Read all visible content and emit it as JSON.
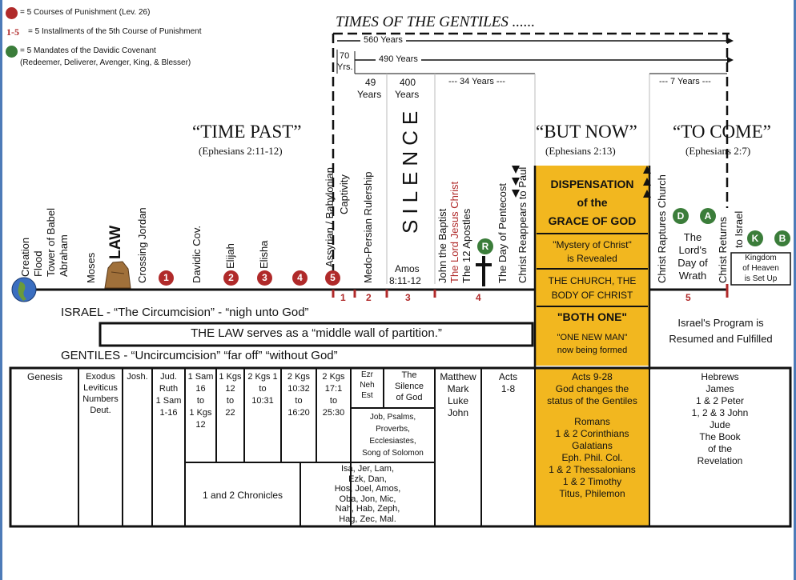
{
  "legend": {
    "courses": "= 5 Courses of Punishment (Lev. 26)",
    "installments_marker": "1-5",
    "installments": "= 5 Installments of the 5th Course of Punishment",
    "mandates": "= 5 Mandates of the Davidic Covenant",
    "mandates_sub": "(Redeemer, Deliverer, Avenger, King, & Blesser)"
  },
  "header": {
    "times_gentiles": "TIMES OF THE GENTILES ......",
    "y560": "560 Years",
    "y490": "490 Years",
    "y70": "70",
    "yrs": "Yrs.",
    "y49": "49",
    "y49u": "Years",
    "y400": "400",
    "y400u": "Years",
    "y34": "--- 34 Years ---",
    "y7": "--- 7 Years ---"
  },
  "eras": {
    "past": "“TIME PAST”",
    "past_ref": "(Ephesians 2:11-12)",
    "now": "“BUT NOW”",
    "now_ref": "(Ephesians 2:13)",
    "come": "“TO COME”",
    "come_ref": "(Ephesians 2:7)"
  },
  "timeline": {
    "creation": "Creation",
    "flood": "Flood",
    "babel": "Tower of Babel",
    "abraham": "Abraham",
    "moses": "Moses",
    "law": "LAW",
    "crossing": "Crossing Jordan",
    "davidic": "Davidic Cov.",
    "elijah": "Elijah",
    "elisha": "Elisha",
    "assyrian": "Assyrian / Babylonian",
    "captivity": "Captivity",
    "medo": "Medo-Persian Rulership",
    "silence": "SILENCE",
    "amos": "Amos",
    "amos_ref": "8:11-12",
    "john": "John the Baptist",
    "jesus": "The Lord Jesus Christ",
    "apostles": "The 12 Apostles",
    "pentecost": "The Day of Pentecost",
    "paul": "Christ Reappears to Paul",
    "raptures": "Christ Raptures Church",
    "returns": "Christ Returns",
    "to_israel": "to Israel",
    "lords_day": "The\nLord's\nDay of\nWrath",
    "kingdom": "Kingdom\nof Heaven\nis Set Up"
  },
  "markers": {
    "c1": "1",
    "c2": "2",
    "c3": "3",
    "c4": "4",
    "c5": "5",
    "r": "R",
    "d": "D",
    "a": "A",
    "k": "K",
    "b": "B",
    "i1": "1",
    "i2": "2",
    "i3": "3",
    "i4": "4",
    "i5": "5"
  },
  "dispensation": {
    "title1": "DISPENSATION",
    "title2": "of the",
    "title3": "GRACE OF GOD",
    "mystery": "\"Mystery of Christ\"\nis Revealed",
    "church": "THE CHURCH, THE\nBODY OF CHRIST",
    "both_one": "\"BOTH ONE\"",
    "new_man": "\"ONE NEW MAN\"\nnow being formed"
  },
  "middle": {
    "israel": "ISRAEL  - “The Circumcision” - “nigh unto God”",
    "law_wall": "THE LAW serves as a “middle wall of partition.”",
    "gentiles": "GENTILES  - “Uncircumcision”  “far off”  “without God”",
    "resumed": "Israel's Program is\nResumed and Fulfilled"
  },
  "books": {
    "genesis": "Genesis",
    "exodus": "Exodus\nLeviticus\nNumbers\nDeut.",
    "josh": "Josh.",
    "judg": "Jud.\nRuth\n1 Sam\n1-16",
    "sam": "1 Sam\n16\nto\n1 Kgs\n12",
    "kgs12": "1 Kgs\n12\nto\n22",
    "kgs2a": "2 Kgs 1\nto\n10:31",
    "kgs2b": "2 Kgs\n10:32\nto\n16:20",
    "kgs2c": "2 Kgs\n17:1\nto\n25:30",
    "ezr": "Ezr\nNeh\nEst",
    "silence_god": "The\nSilence\nof God",
    "job": "Job, Psalms,\nProverbs,\nEcclesiastes,\nSong of Solomon",
    "chronicles": "1 and 2 Chronicles",
    "prophets": "Isa, Jer, Lam,\nEzk, Dan,\nHos, Joel, Amos,\nOba, Jon, Mic,\nNah, Hab, Zeph,\nHag, Zec, Mal.",
    "gospels": "Matthew\nMark\nLuke\nJohn",
    "acts": "Acts\n1-8",
    "pauline_head": "Acts 9-28\nGod changes the\nstatus of the Gentiles",
    "pauline": "Romans\n1 & 2 Corinthians\nGalatians\nEph. Phil. Col.\n1 & 2 Thessalonians\n1 & 2 Timothy\nTitus, Philemon",
    "hebrews": "Hebrews\nJames\n1 & 2 Peter\n1, 2 & 3 John\nJude\nThe Book\nof the\nRevelation"
  },
  "colors": {
    "red": "#b02a2a",
    "green": "#3b7d3a",
    "gold": "#f2b71f",
    "frame": "#4d7bb8"
  }
}
